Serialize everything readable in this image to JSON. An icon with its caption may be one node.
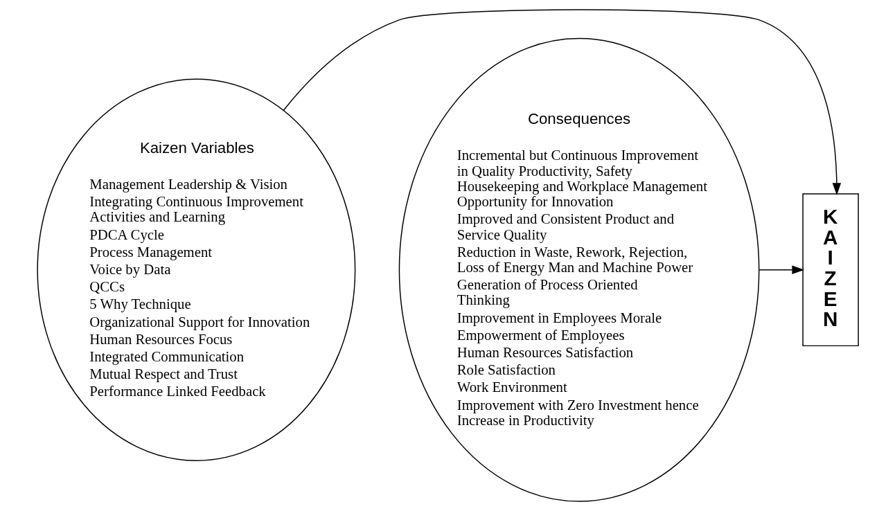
{
  "diagram": {
    "nodes": [
      {
        "text": [
          "Kaizen Variables",
          "Management Leadership & Vision",
          "Integrating Continuous Improvement Activities and Learning",
          "PDCA Cycle",
          "Process Management",
          "Voice by Data",
          "QCCs",
          "5 Why Technique",
          "Organizational Support for Innovation",
          "Human Resources Focus",
          "Integrated Communication",
          "Mutual Respect and Trust",
          "Performance Linked Feedback"
        ]
      },
      {
        "text": [
          "K A I Z E N"
        ]
      },
      {
        "text": [
          "Consequences",
          "Incremental but Continuous Improvement in Quality Productivity, Safety Housekeeping and Workplace Management Opportunity for Innovation",
          "Improved and Consistent Product and Service Quality",
          "Reduction in Waste, Rework, Rejection, Loss of Energy Man and Machine Power",
          "Generation of Process Oriented Thinking",
          "Improvement in Employees Morale",
          "Empowerment of Employees",
          "Human Resources Satisfaction",
          "Role Satisfaction",
          "Work Environment",
          "Improvement with Zero Investment hence Increase in Productivity"
        ]
      }
    ],
    "edges": [
      {
        "from": 0,
        "to": 1,
        "arrow": "to"
      },
      {
        "from": 2,
        "to": 1,
        "arrow": "to"
      }
    ]
  }
}
